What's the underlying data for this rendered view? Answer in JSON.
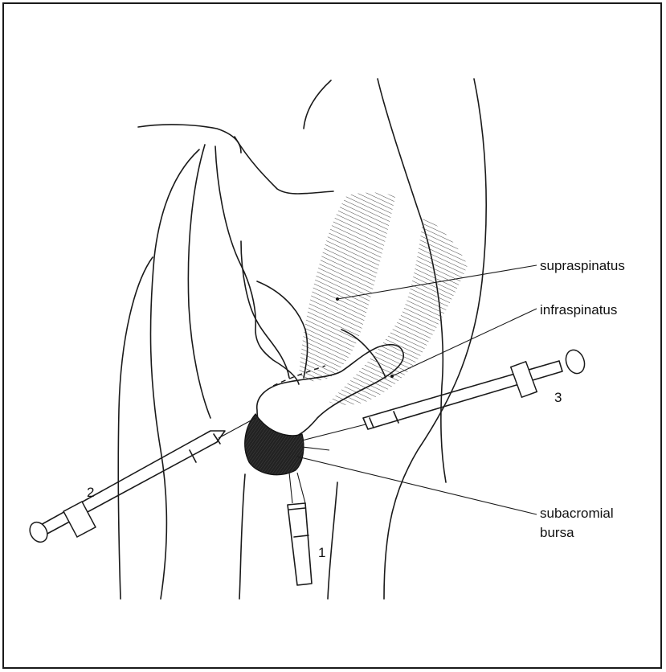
{
  "labels": {
    "supraspinatus": "supraspinatus",
    "infraspinatus": "infraspinatus",
    "bursa_line1": "subacromial",
    "bursa_line2": "bursa"
  },
  "needles": {
    "n1": "1",
    "n2": "2",
    "n3": "3"
  },
  "colors": {
    "ink": "#1a1a1a",
    "bursa_fill": "#2a2a2a",
    "background": "#ffffff"
  }
}
